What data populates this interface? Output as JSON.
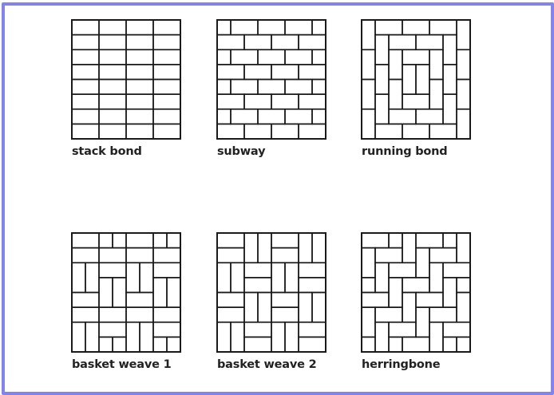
{
  "patterns": [
    {
      "id": "stack",
      "label": "stack bond"
    },
    {
      "id": "subway",
      "label": "subway"
    },
    {
      "id": "running",
      "label": "running bond"
    },
    {
      "id": "basket1",
      "label": "basket weave 1"
    },
    {
      "id": "basket2",
      "label": "basket weave 2"
    },
    {
      "id": "herring",
      "label": "herringbone"
    }
  ],
  "colors": {
    "frame": "#8383ec",
    "lines": "#1a1a1a"
  }
}
